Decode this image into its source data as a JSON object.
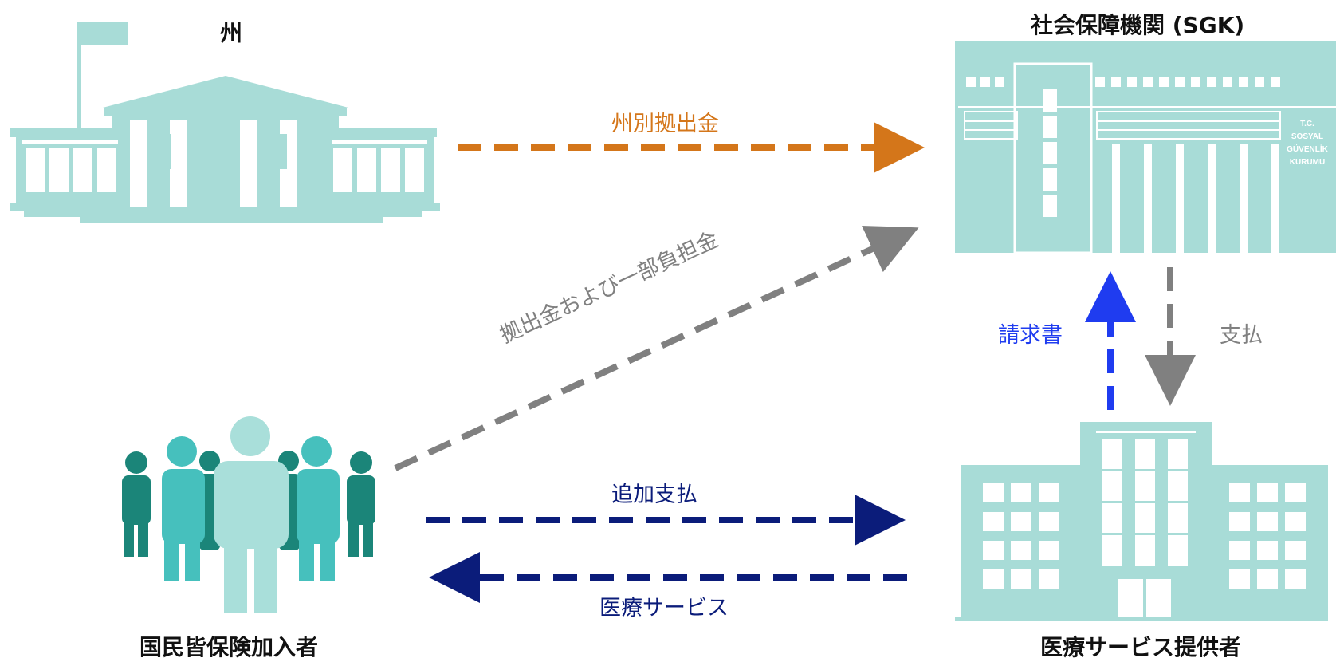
{
  "nodes": {
    "state": {
      "label": "州"
    },
    "sgk": {
      "label": "社会保障機関 (SGK)",
      "sign": [
        "T.C.",
        "SOSYAL",
        "GÜVENLİK",
        "KURUMU"
      ]
    },
    "insured": {
      "label": "国民皆保険加入者"
    },
    "provider": {
      "label": "医療サービス提供者"
    }
  },
  "flows": {
    "state_contribution": {
      "label": "州別拠出金",
      "color": "#d4761a"
    },
    "premiums": {
      "label": "拠出金および一部負担金",
      "color": "#808080"
    },
    "invoice": {
      "label": "請求書",
      "color": "#1f3cf0"
    },
    "payment": {
      "label": "支払",
      "color": "#808080"
    },
    "extra_payment": {
      "label": "追加支払",
      "color": "#0b1c7a"
    },
    "health_service": {
      "label": "医療サービス",
      "color": "#0b1c7a"
    }
  },
  "colors": {
    "building": "#a8dcd7",
    "people_dark": "#1b8579",
    "people_mid": "#46c0bd",
    "people_light": "#a9dfda"
  }
}
